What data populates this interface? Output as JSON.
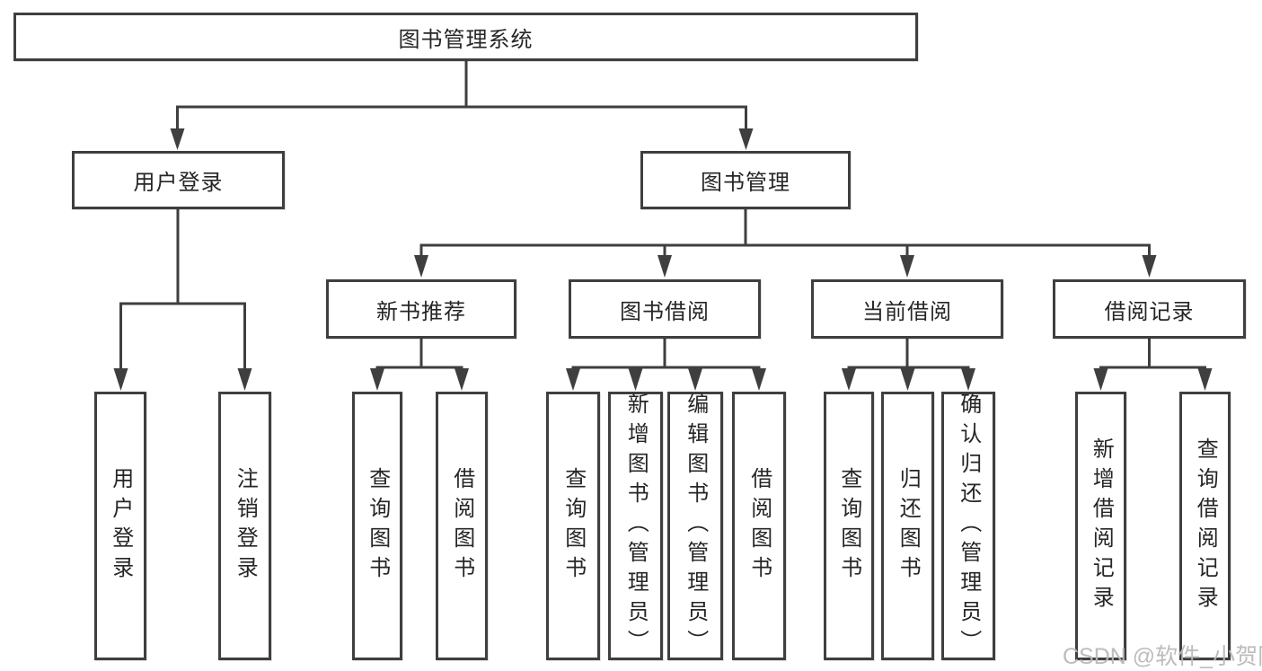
{
  "diagram": {
    "root": {
      "label": "图书管理系统"
    },
    "level2": [
      {
        "label": "用户登录"
      },
      {
        "label": "图书管理"
      }
    ],
    "level3": [
      {
        "label": "新书推荐"
      },
      {
        "label": "图书借阅"
      },
      {
        "label": "当前借阅"
      },
      {
        "label": "借阅记录"
      }
    ],
    "leaves": {
      "user_login": [
        {
          "label": "用户登录"
        },
        {
          "label": "注销登录"
        }
      ],
      "new_book": [
        {
          "label": "查询图书"
        },
        {
          "label": "借阅图书"
        }
      ],
      "book_borrow": [
        {
          "label": "查询图书"
        },
        {
          "label": "新增图书（管理员）"
        },
        {
          "label": "编辑图书（管理员）"
        },
        {
          "label": "借阅图书"
        }
      ],
      "current_borrow": [
        {
          "label": "查询图书"
        },
        {
          "label": "归还图书"
        },
        {
          "label": "确认归还（管理员）"
        }
      ],
      "borrow_records": [
        {
          "label": "新增借阅记录"
        },
        {
          "label": "查询借阅记录"
        }
      ]
    }
  },
  "watermark": {
    "text": "CSDN @软件_小贺同学",
    "color": "#b8b8b8"
  },
  "colors": {
    "line": "#3f3f3f",
    "text": "#262626",
    "background": "#ffffff"
  }
}
